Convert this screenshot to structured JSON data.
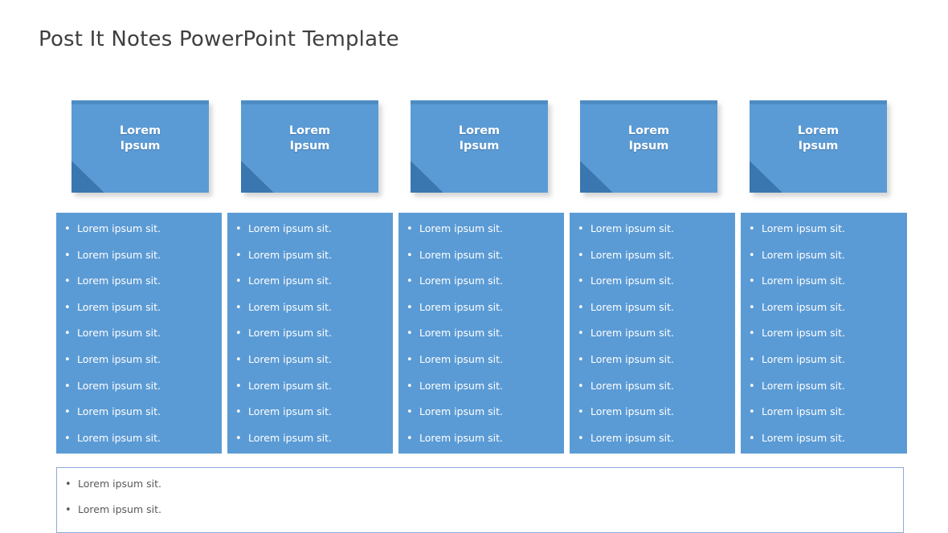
{
  "slide": {
    "title": "Post It Notes PowerPoint Template",
    "background_color": "#ffffff",
    "title_color": "#3f3f3f"
  },
  "colors": {
    "note_blue": "#5b9bd5",
    "note_top_band": "#4e8cc4",
    "note_fold_dark": "#3a77b0",
    "panel_blue": "#5b9bd5",
    "bottom_box_border": "#8faadc",
    "bottom_box_text": "#595959",
    "note_label_text": "#ffffff",
    "panel_text": "#ffffff"
  },
  "notes": [
    {
      "label_line1": "Lorem",
      "label_line2": "Ipsum"
    },
    {
      "label_line1": "Lorem",
      "label_line2": "Ipsum"
    },
    {
      "label_line1": "Lorem",
      "label_line2": "Ipsum"
    },
    {
      "label_line1": "Lorem",
      "label_line2": "Ipsum"
    },
    {
      "label_line1": "Lorem",
      "label_line2": "Ipsum"
    }
  ],
  "panels": [
    {
      "bullets": [
        "Lorem ipsum sit.",
        "Lorem ipsum sit.",
        "Lorem ipsum sit.",
        "Lorem ipsum sit.",
        "Lorem ipsum sit.",
        "Lorem ipsum sit.",
        "Lorem ipsum sit.",
        "Lorem ipsum sit.",
        "Lorem ipsum sit."
      ]
    },
    {
      "bullets": [
        "Lorem ipsum sit.",
        "Lorem ipsum sit.",
        "Lorem ipsum sit.",
        "Lorem ipsum sit.",
        "Lorem ipsum sit.",
        "Lorem ipsum sit.",
        "Lorem ipsum sit.",
        "Lorem ipsum sit.",
        "Lorem ipsum sit."
      ]
    },
    {
      "bullets": [
        "Lorem ipsum sit.",
        "Lorem ipsum sit.",
        "Lorem ipsum sit.",
        "Lorem ipsum sit.",
        "Lorem ipsum sit.",
        "Lorem ipsum sit.",
        "Lorem ipsum sit.",
        "Lorem ipsum sit.",
        "Lorem ipsum sit."
      ]
    },
    {
      "bullets": [
        "Lorem ipsum sit.",
        "Lorem ipsum sit.",
        "Lorem ipsum sit.",
        "Lorem ipsum sit.",
        "Lorem ipsum sit.",
        "Lorem ipsum sit.",
        "Lorem ipsum sit.",
        "Lorem ipsum sit.",
        "Lorem ipsum sit."
      ]
    },
    {
      "bullets": [
        "Lorem ipsum sit.",
        "Lorem ipsum sit.",
        "Lorem ipsum sit.",
        "Lorem ipsum sit.",
        "Lorem ipsum sit.",
        "Lorem ipsum sit.",
        "Lorem ipsum sit.",
        "Lorem ipsum sit.",
        "Lorem ipsum sit."
      ]
    }
  ],
  "bottom_box": {
    "bullets": [
      "Lorem ipsum sit.",
      "Lorem ipsum sit."
    ]
  },
  "bullet_glyph": "•"
}
